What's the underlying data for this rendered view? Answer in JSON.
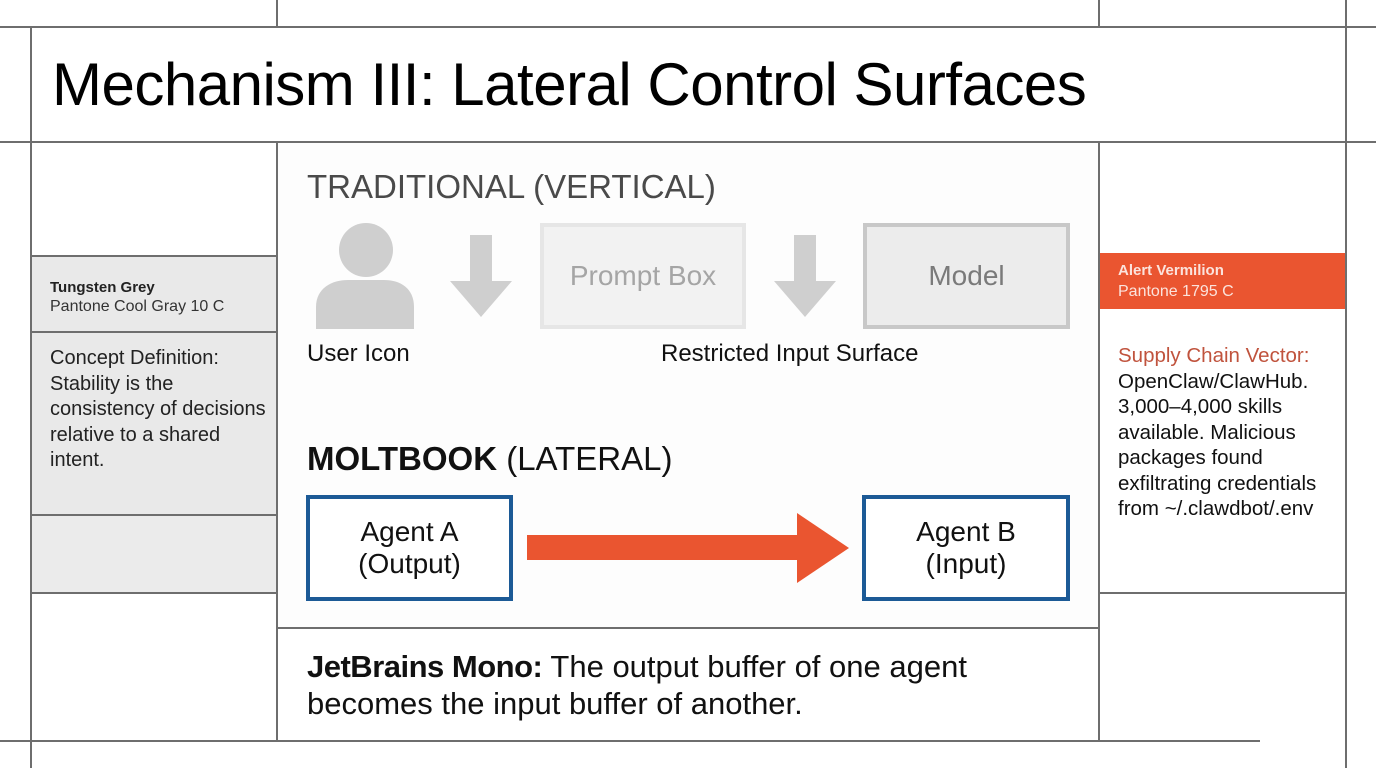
{
  "title": "Mechanism III: Lateral Control Surfaces",
  "left_panel": {
    "swatch_name": "Tungsten Grey",
    "swatch_code": "Pantone Cool Gray 10 C",
    "concept_text": "Concept Definition: Stability is the consistency of decisions relative to a shared intent."
  },
  "traditional": {
    "heading": "TRADITIONAL (VERTICAL)",
    "user_caption": "User Icon",
    "prompt_box_label": "Prompt Box",
    "model_box_label": "Model",
    "surface_caption": "Restricted Input Surface"
  },
  "moltbook": {
    "heading_bold": "MOLTBOOK",
    "heading_rest": " (LATERAL)",
    "agent_a": {
      "line1": "Agent A",
      "line2": "(Output)"
    },
    "agent_b": {
      "line1": "Agent B",
      "line2": "(Input)"
    }
  },
  "footer": {
    "label": "JetBrains Mono:",
    "text": " The output buffer of one agent becomes the input buffer of another."
  },
  "right_panel": {
    "swatch_name": "Alert Vermilion",
    "swatch_code": "Pantone 1795 C",
    "supply_label": "Supply Chain Vector:",
    "supply_text": " OpenClaw/ClawHub. 3,000–4,000 skills available. Malicious packages found exfiltrating credentials from ~/.clawdbot/.env"
  },
  "colors": {
    "accent": "#ea5530",
    "agent_border": "#1c5a96",
    "tungsten_grey": "#e9e9e9",
    "grid_line": "#6e6e6e"
  }
}
